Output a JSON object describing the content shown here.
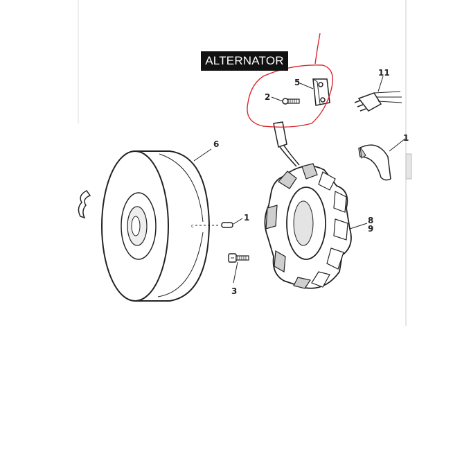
{
  "diagram": {
    "title": "ALTERNATOR",
    "colors": {
      "line": "#222222",
      "highlight": "#d9262b",
      "shade": "#cfcfcf",
      "title_bg": "#111111"
    },
    "callouts": [
      {
        "id": "p1",
        "label": "1"
      },
      {
        "id": "p2",
        "label": "2"
      },
      {
        "id": "p3",
        "label": "3"
      },
      {
        "id": "p5",
        "label": "5"
      },
      {
        "id": "p6",
        "label": "6"
      },
      {
        "id": "p8",
        "label": "8"
      },
      {
        "id": "p9",
        "label": "9"
      },
      {
        "id": "p11",
        "label": "11"
      },
      {
        "id": "p1b",
        "label": "1"
      },
      {
        "id": "pc",
        "label": "c"
      }
    ]
  }
}
